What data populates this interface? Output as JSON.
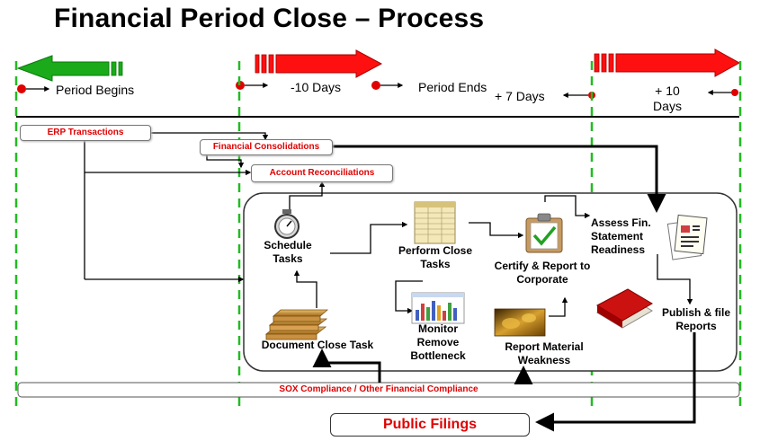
{
  "title": "Financial Period Close – Process",
  "timeline": {
    "period_begins": "Period Begins",
    "minus_10_days": "-10 Days",
    "period_ends": "Period Ends",
    "plus_7_days": "+ 7 Days",
    "plus_10_days_line1": "+ 10",
    "plus_10_days_line2": "Days"
  },
  "sources": {
    "erp": "ERP Transactions",
    "consolidations": "Financial Consolidations",
    "reconciliations": "Account Reconciliations"
  },
  "steps": {
    "schedule": "Schedule Tasks",
    "perform": "Perform Close Tasks",
    "certify": "Certify & Report to Corporate",
    "assess": "Assess Fin. Statement Readiness",
    "publish": "Publish & file Reports",
    "document": "Document Close Task",
    "monitor": "Monitor Remove Bottleneck",
    "weakness": "Report Material Weakness"
  },
  "compliance": "SOX Compliance / Other Financial Compliance",
  "public_filings": "Public Filings",
  "colors": {
    "accent_red": "#e00000",
    "arrow_red": "#ff0000",
    "arrow_green": "#00b000",
    "dashed_green": "#22bb22"
  }
}
